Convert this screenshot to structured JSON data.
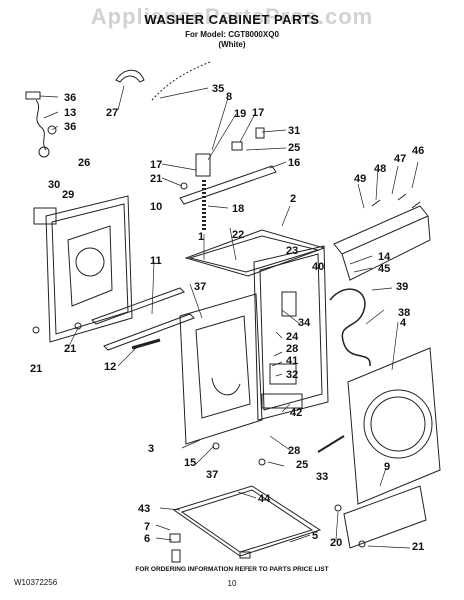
{
  "watermark": "AppliancePartsPros.com",
  "header": {
    "title": "WASHER CABINET PARTS",
    "model": "For Model: CGT8000XQ0",
    "color": "(White)"
  },
  "callouts": [
    "36",
    "13",
    "36",
    "27",
    "35",
    "8",
    "19",
    "17",
    "31",
    "25",
    "16",
    "17",
    "21",
    "26",
    "30",
    "29",
    "10",
    "18",
    "2",
    "22",
    "1",
    "11",
    "37",
    "23",
    "40",
    "34",
    "24",
    "28",
    "41",
    "32",
    "42",
    "21",
    "12",
    "21",
    "3",
    "38",
    "4",
    "15",
    "37",
    "28",
    "25",
    "33",
    "9",
    "44",
    "43",
    "7",
    "6",
    "5",
    "20",
    "21",
    "46",
    "47",
    "48",
    "49",
    "14",
    "45",
    "39"
  ],
  "footer": {
    "doc_number": "W10372256",
    "info": "FOR ORDERING INFORMATION REFER TO PARTS PRICE LIST",
    "page": "10"
  }
}
